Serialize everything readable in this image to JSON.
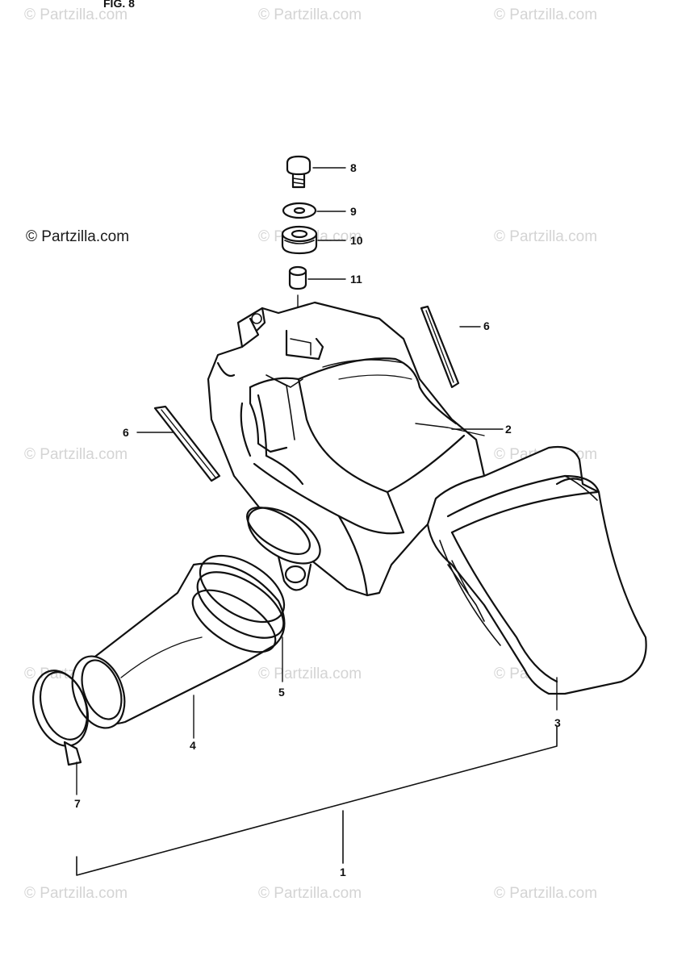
{
  "figure_label": "FIG. 8",
  "watermark": {
    "text": "© Partzilla.com",
    "color": "#d4d4d4",
    "primary_color": "#1a1a1a"
  },
  "callouts": {
    "c1": "1",
    "c2": "2",
    "c3": "3",
    "c4": "4",
    "c5": "5",
    "c6a": "6",
    "c6b": "6",
    "c7": "7",
    "c8": "8",
    "c9": "9",
    "c10": "10",
    "c11": "11"
  }
}
